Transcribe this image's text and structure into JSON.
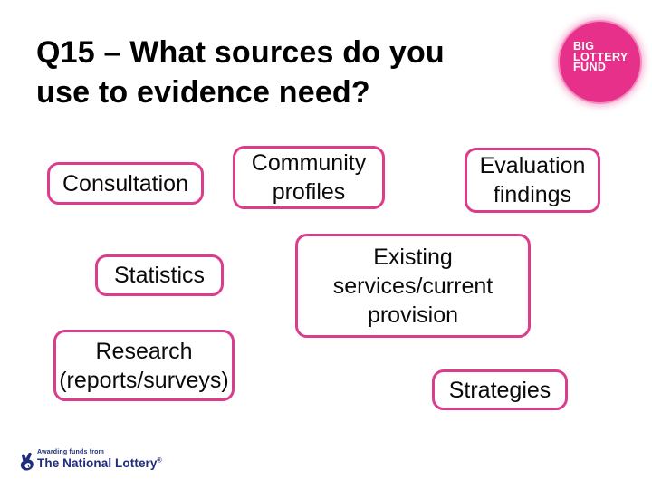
{
  "slide": {
    "title": "Q15 – What sources do you\nuse to evidence need?",
    "background_color": "#ffffff",
    "accent_pink": "#db3c8c"
  },
  "blf_logo": {
    "text": "BIG\nLOTTERY\nFUND",
    "circle_color": "#e7308a",
    "text_color": "#ffffff"
  },
  "boxes": [
    {
      "label": "Consultation"
    },
    {
      "label": "Community\nprofiles"
    },
    {
      "label": "Evaluation\nfindings"
    },
    {
      "label": "Statistics"
    },
    {
      "label": "Existing\nservices/current\nprovision"
    },
    {
      "label": "Research\n(reports/surveys)"
    },
    {
      "label": "Strategies"
    }
  ],
  "footer": {
    "tagline": "Awarding funds from",
    "brand": "The National Lottery",
    "registered_mark": "®",
    "brand_color": "#1f2c7c"
  }
}
